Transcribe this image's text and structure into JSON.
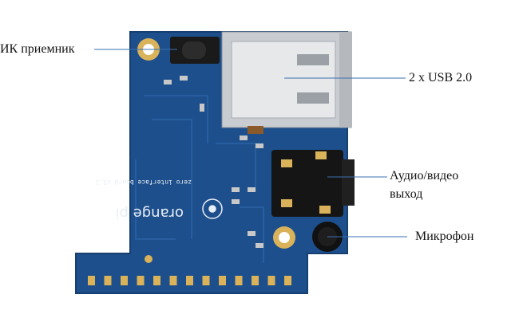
{
  "labels": {
    "ir_receiver": "ИК приемник",
    "usb": "2 x USB 2.0",
    "audio_video_line1": "Аудио/видео",
    "audio_video_line2": "выход",
    "microphone": "Микрофон"
  },
  "board_silkscreen": {
    "brand": "orange pi",
    "model": "zero interface board v1.1"
  },
  "colors": {
    "pcb": "#1d4f8c",
    "pad_gold": "#d9b25a",
    "leader_line": "#3a6fb0"
  }
}
